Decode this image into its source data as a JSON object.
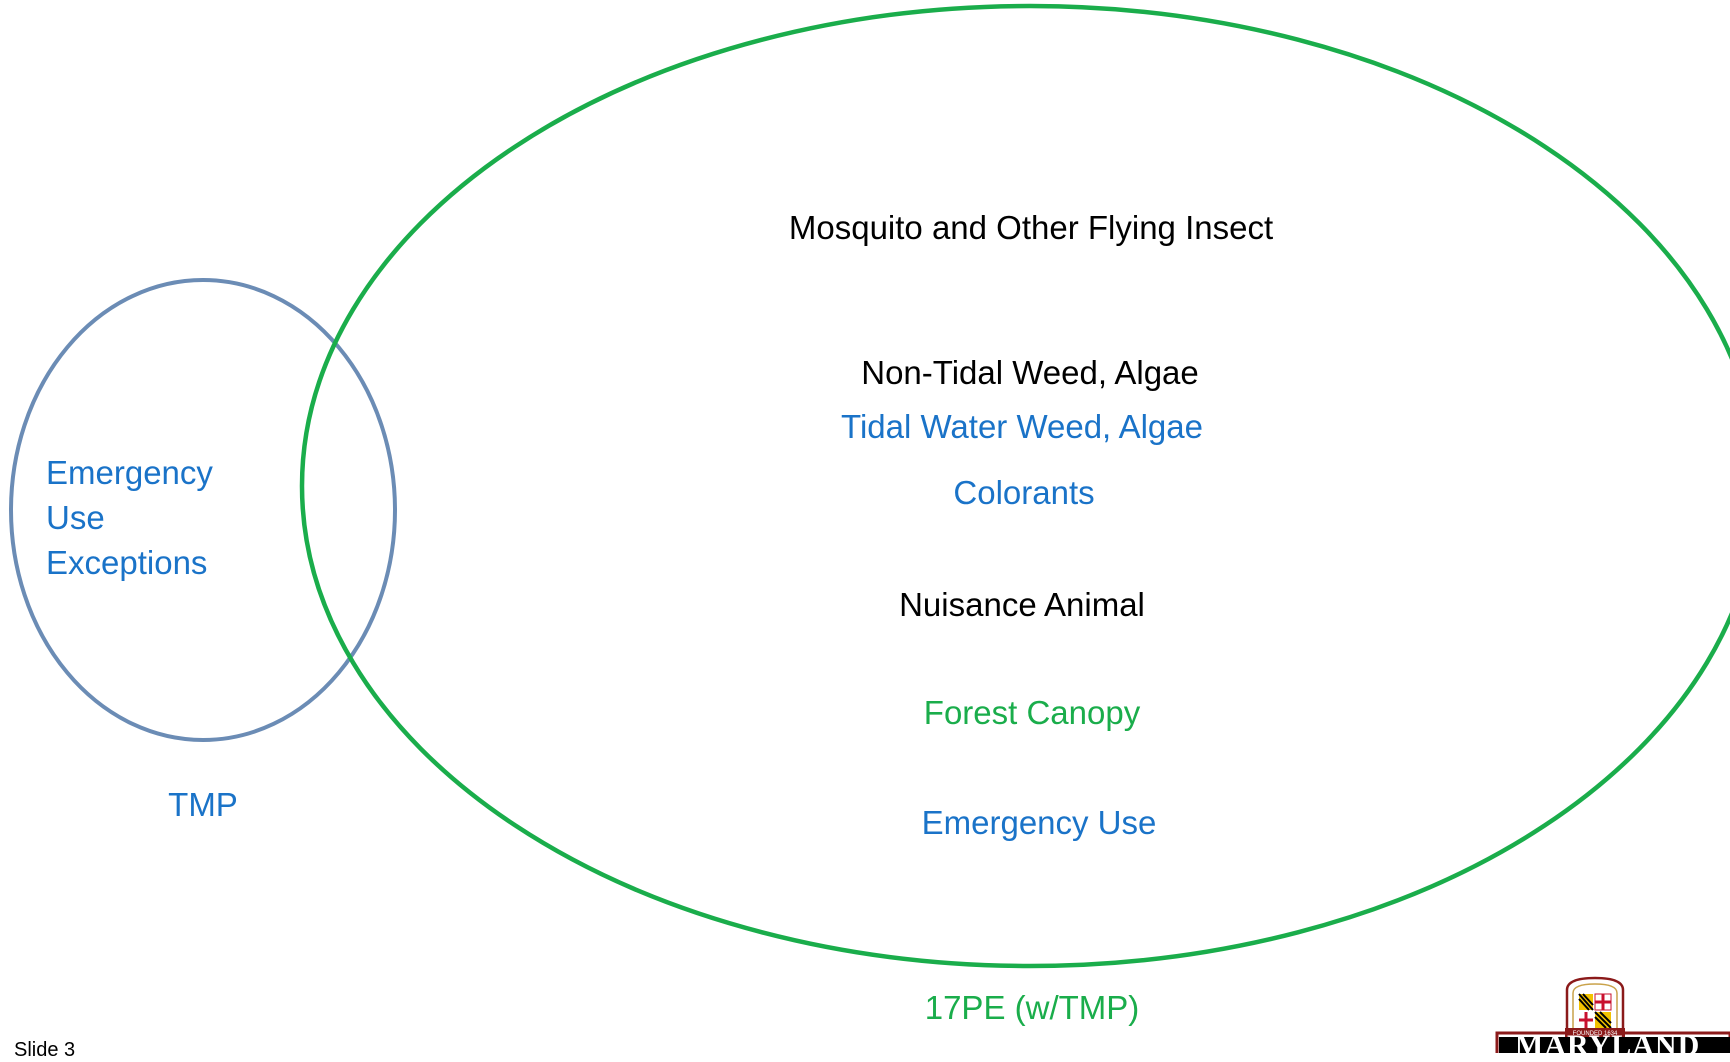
{
  "colors": {
    "black": "#000000",
    "blue": "#1a73c8",
    "green": "#1aad4b",
    "tmp_circle": "#6b8cb5",
    "pe_circle": "#1aad4b"
  },
  "tmp_circle": {
    "label": "TMP",
    "items": [
      "Emergency",
      "Use",
      "Exceptions"
    ]
  },
  "pe_circle": {
    "label": "17PE (w/TMP)",
    "items": {
      "mosquito": "Mosquito and Other Flying Insect",
      "non_tidal": "Non-Tidal Weed, Algae",
      "tidal": "Tidal Water Weed, Algae",
      "colorants": "Colorants",
      "nuisance": "Nuisance Animal",
      "forest": "Forest Canopy",
      "emergency": "Emergency Use"
    }
  },
  "footer": {
    "slide_number": "Slide 3"
  },
  "logo": {
    "text": "MARYLAND",
    "banner": "FOUNDED 1634",
    "icon": "maryland-seal-icon"
  }
}
